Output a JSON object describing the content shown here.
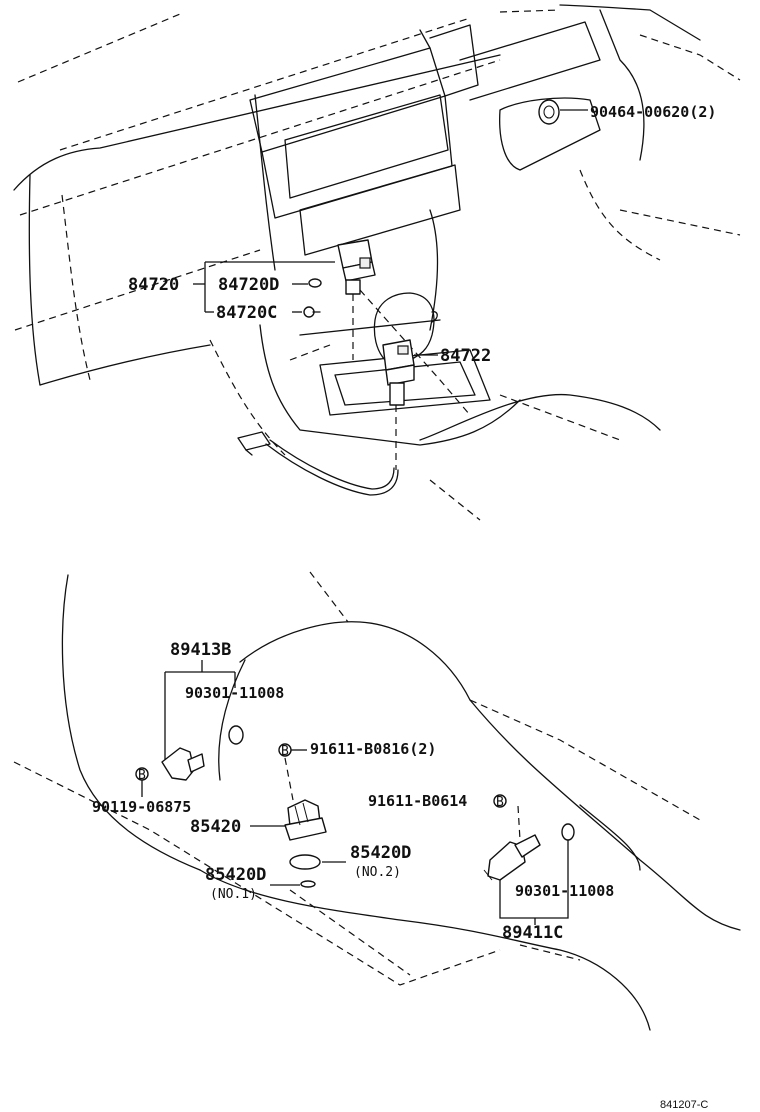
{
  "labels": {
    "p90464": "90464-00620(2)",
    "p84720": "84720",
    "p84720D": "84720D",
    "p84720C": "84720C",
    "p84722": "84722",
    "p89413B": "89413B",
    "p90301a": "90301-11008",
    "p91611a": "91611-B0816(2)",
    "p90119": "90119-06875",
    "p85420": "85420",
    "p85420D_2": "85420D",
    "no2": "(NO.2)",
    "p85420D_1": "85420D",
    "no1": "(NO.1)",
    "p91611b": "91611-B0614",
    "p90301b": "90301-11008",
    "p89411C": "89411C",
    "bolt_mark": "B"
  },
  "drawing_code": "841207-C"
}
